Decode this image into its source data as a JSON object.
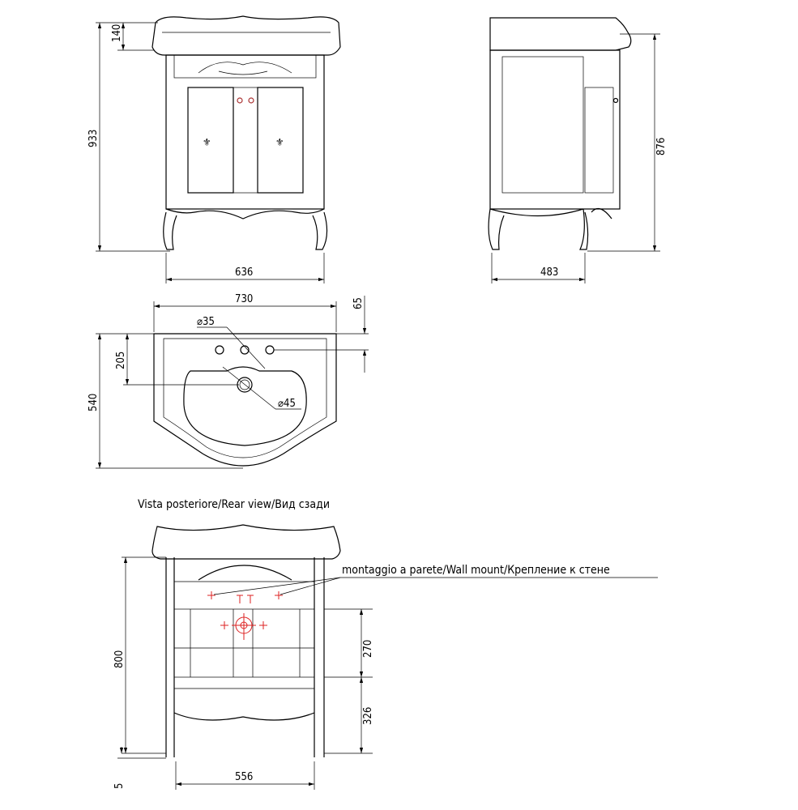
{
  "front_view": {
    "dim_top_height": "140",
    "dim_total_height": "933",
    "dim_width": "636"
  },
  "side_view": {
    "dim_height": "876",
    "dim_depth": "483"
  },
  "top_view": {
    "dim_width": "730",
    "dim_back_offset": "65",
    "dim_tap_hole": "⌀35",
    "dim_drain_offset": "205",
    "dim_depth": "540",
    "dim_drain_hole": "⌀45"
  },
  "rear_view": {
    "title": "Vista posteriore/Rear view/Вид сзади",
    "wall_mount_label": "montaggio a parete/Wall mount/Крепление к стене",
    "dim_height": "800",
    "dim_upper": "270",
    "dim_lower": "326",
    "dim_width": "556",
    "dim_floor": "5"
  },
  "colors": {
    "line": "#000000",
    "mount_marks": "#dd2222"
  }
}
